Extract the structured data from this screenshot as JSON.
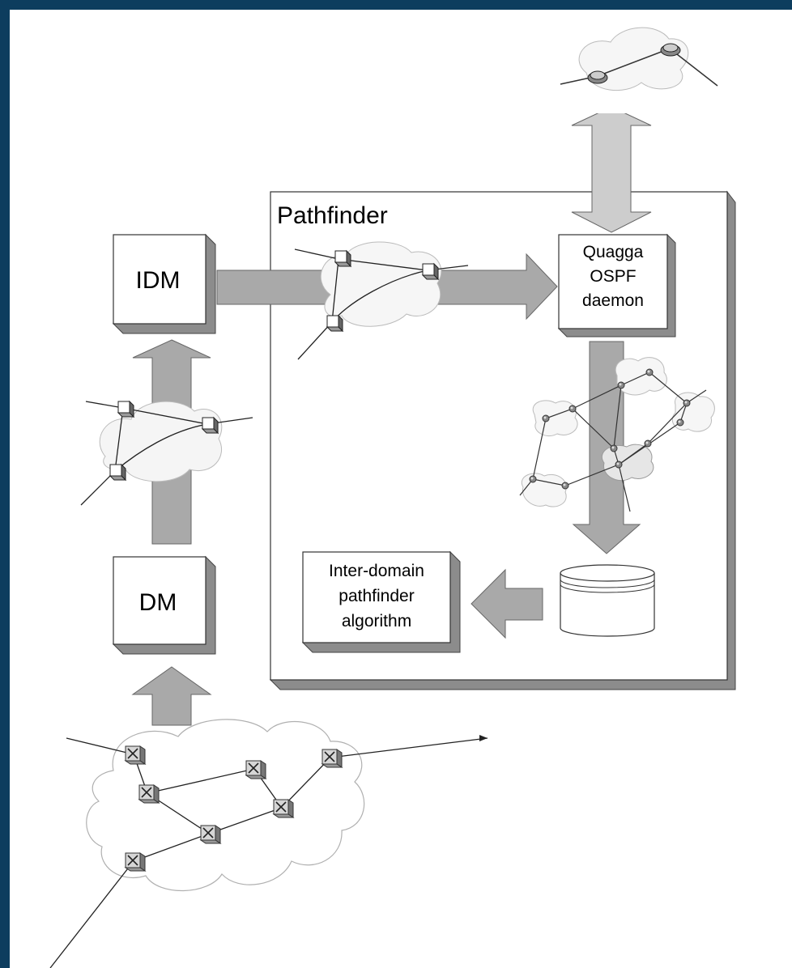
{
  "labels": {
    "pathfinder": "Pathfinder",
    "idm": "IDM",
    "dm": "DM",
    "quagga": [
      "Quagga",
      "OSPF",
      "daemon"
    ],
    "algorithm": [
      "Inter-domain",
      "pathfinder",
      "algorithm"
    ]
  },
  "colors": {
    "background": "#0d3d5e",
    "canvas": "#ffffff",
    "arrow_fill": "#a9a9a9",
    "box_shadow": "#8c8c8c",
    "cloud_fill": "#f3f3f3"
  }
}
